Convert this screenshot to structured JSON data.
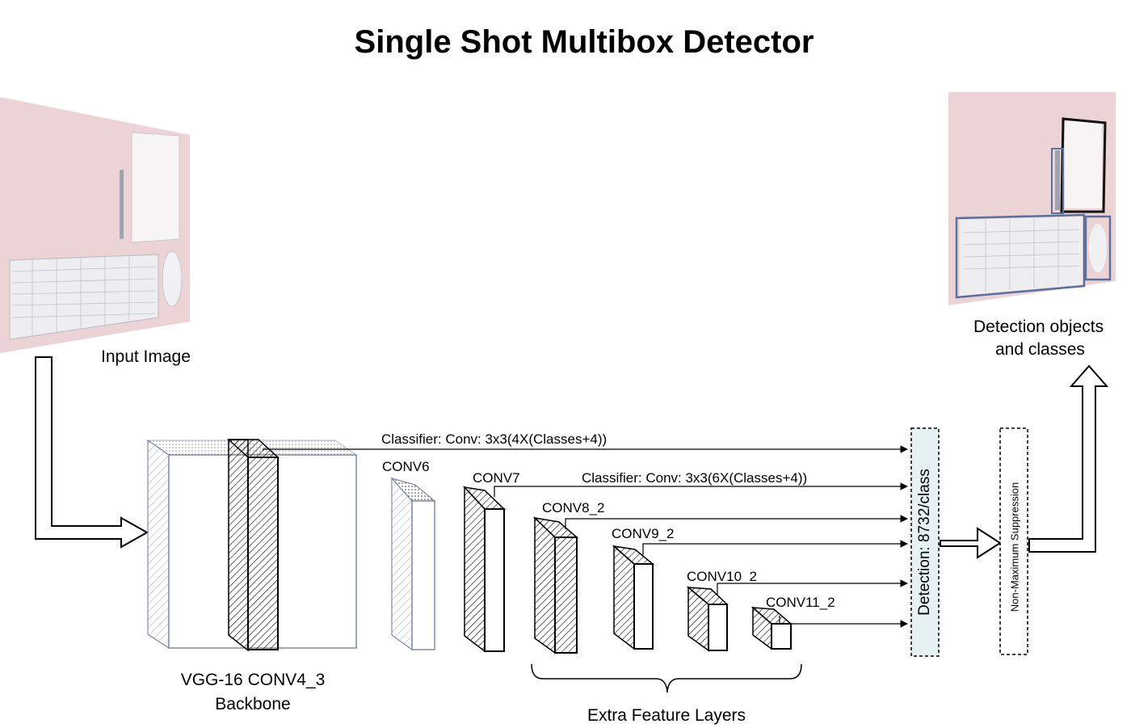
{
  "title": "Single Shot Multibox Detector",
  "input_label": "Input Image",
  "output_label_line1": "Detection objects",
  "output_label_line2": "and classes",
  "backbone_label_line1": "VGG-16 CONV4_3",
  "backbone_label_line2": "Backbone",
  "classifier_1": "Classifier: Conv: 3x3(4X(Classes+4))",
  "classifier_2": "Classifier: Conv: 3x3(6X(Classes+4))",
  "layers": {
    "conv6": "CONV6",
    "conv7": "CONV7",
    "conv8_2": "CONV8_2",
    "conv9_2": "CONV9_2",
    "conv10_2": "CONV10_2",
    "conv11_2": "CONV11_2"
  },
  "detection_label": "Detection: 8732/class",
  "nms_label": "Non-Maximum Suppression",
  "extra_layers_label": "Extra Feature Layers",
  "colors": {
    "photo_bg": "#ecd3d6",
    "box_stroke": "#000000",
    "detection_fill": "#e6f1f3"
  }
}
